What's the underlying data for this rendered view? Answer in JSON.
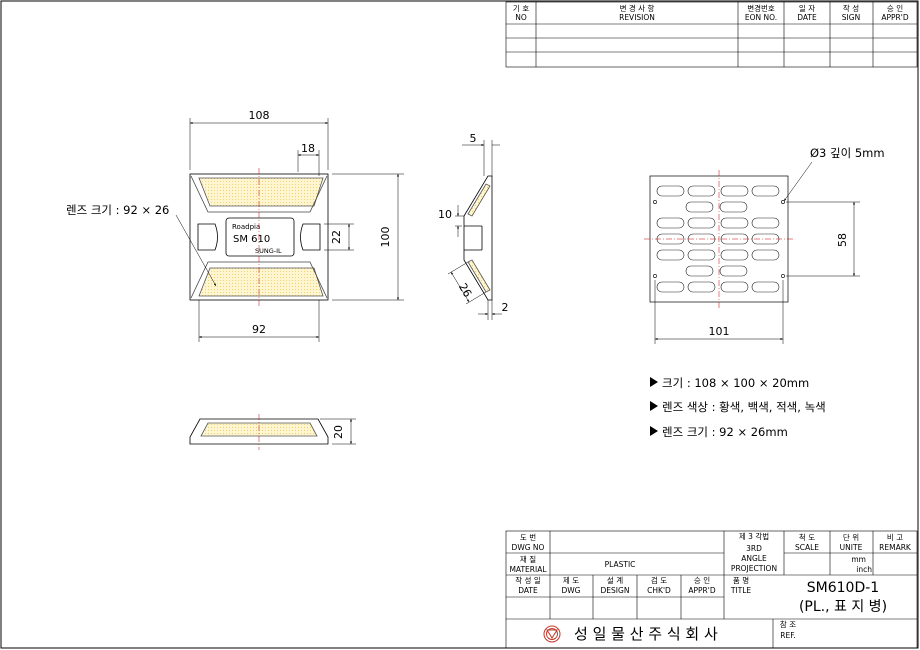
{
  "revision_block": {
    "headers": [
      {
        "ko": "기 호",
        "en": "NO"
      },
      {
        "ko": "변 경 사 항",
        "en": "REVISION"
      },
      {
        "ko": "변경번호",
        "en": "EON NO."
      },
      {
        "ko": "일 자",
        "en": "DATE"
      },
      {
        "ko": "작 성",
        "en": "SIGN"
      },
      {
        "ko": "승 인",
        "en": "APPR'D"
      }
    ]
  },
  "front_view": {
    "width_dim": "108",
    "lens_offset_dim": "18",
    "height_dim": "100",
    "slot_dim": "22",
    "base_dim": "92",
    "lens_callout": "렌즈 크기 : 92 × 26",
    "label_brand": "Roadpia",
    "label_model": "SM 610",
    "label_maker": "SUNG-IL"
  },
  "side_view": {
    "top_dim": "5",
    "mid_dim": "10",
    "lens_dim": "26",
    "bottom_dim": "2"
  },
  "bottom_view": {
    "height_dim": "20"
  },
  "plan_view": {
    "hole_callout": "Ø3 깊이 5mm",
    "span_dim": "58",
    "width_dim": "101"
  },
  "notes": [
    "크기 : 108 × 100 × 20mm",
    "렌즈 색상 : 황색, 백색, 적색, 녹색",
    "렌즈 크기 : 92 × 26mm"
  ],
  "title_block": {
    "dwg_no": {
      "ko": "도 번",
      "en": "DWG NO"
    },
    "material": {
      "ko": "재 질",
      "en": "MATERIAL"
    },
    "material_value": "PLASTIC",
    "projection": {
      "ko": "제 3 각법",
      "en1": "3RD",
      "en2": "ANGLE",
      "en3": "PROJECTION"
    },
    "scale": {
      "ko": "척 도",
      "en": "SCALE"
    },
    "unit": {
      "ko": "단 위",
      "en": "UNITE",
      "mm": "mm",
      "inch": "inch"
    },
    "remark": {
      "ko": "비 고",
      "en": "REMARK"
    },
    "date": {
      "ko": "작 성 일",
      "en": "DATE"
    },
    "dwg": {
      "ko": "제 도",
      "en": "DWG"
    },
    "design": {
      "ko": "설 계",
      "en": "DESIGN"
    },
    "chkd": {
      "ko": "검 도",
      "en": "CHK'D"
    },
    "apprd": {
      "ko": "승 인",
      "en": "APPR'D"
    },
    "title": {
      "ko": "품 명",
      "en": "TITLE"
    },
    "title_value_1": "SM610D-1",
    "title_value_2": "(PL., 표 지 병)",
    "company": "성 일 물 산 주 식 회 사",
    "ref": {
      "ko": "참 조",
      "en": "REF."
    }
  }
}
